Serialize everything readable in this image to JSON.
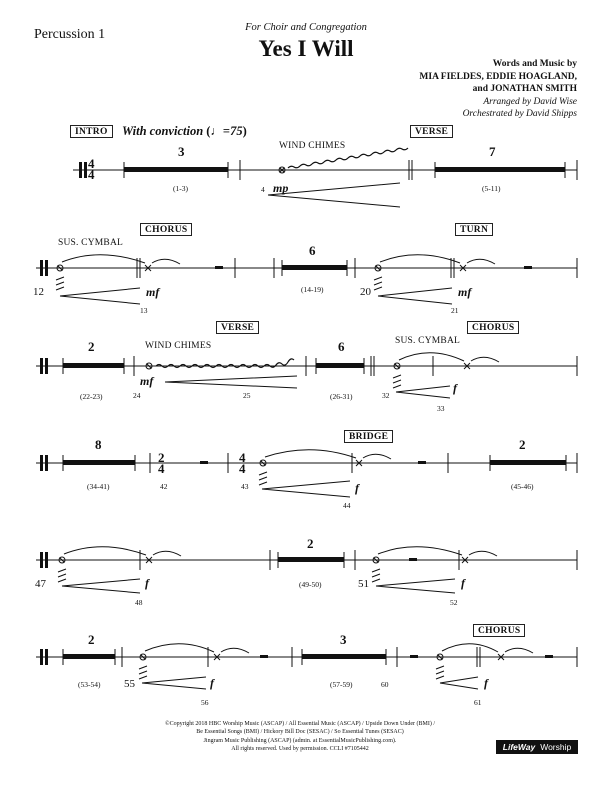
{
  "header": {
    "part": "Percussion 1",
    "subtitle": "For Choir and Congregation",
    "title": "Yes I Will",
    "credits_label": "Words and Music by",
    "composers_line1": "MIA FIELDES, EDDIE HOAGLAND,",
    "composers_line2": "and JONATHAN SMITH",
    "arranger": "Arranged by David Wise",
    "orchestrator": "Orchestrated by David Shipps"
  },
  "tempo": {
    "text": "With conviction",
    "value": "75"
  },
  "time_signature": {
    "num": "4",
    "den": "4"
  },
  "time_signature_2": {
    "num": "2",
    "den": "4"
  },
  "sections": {
    "intro": "INTRO",
    "verse": "VERSE",
    "chorus": "CHORUS",
    "turn": "TURN",
    "verse2": "VERSE",
    "chorus2": "CHORUS",
    "bridge": "BRIDGE",
    "chorus3": "CHORUS"
  },
  "instruments": {
    "wind_chimes": "WIND CHIMES",
    "sus_cymbal": "SUS. CYMBAL",
    "wind_chimes_2": "WIND CHIMES",
    "sus_cymbal_2": "SUS. CYMBAL"
  },
  "rests": [
    {
      "count": "3",
      "range": "(1-3)"
    },
    {
      "count": "7",
      "range": "(5-11)"
    },
    {
      "count": "6",
      "range": "(14-19)"
    },
    {
      "count": "2",
      "range": "(22-23)"
    },
    {
      "count": "6",
      "range": "(26-31)"
    },
    {
      "count": "8",
      "range": "(34-41)"
    },
    {
      "count": "2",
      "range": "(45-46)"
    },
    {
      "count": "2",
      "range": "(49-50)"
    },
    {
      "count": "2",
      "range": "(53-54)"
    },
    {
      "count": "3",
      "range": "(57-59)"
    }
  ],
  "measures": {
    "m4": "4",
    "m12": "12",
    "m13": "13",
    "m20": "20",
    "m21": "21",
    "m24": "24",
    "m25": "25",
    "m32": "32",
    "m33": "33",
    "m42": "42",
    "m43": "43",
    "m44": "44",
    "m47": "47",
    "m48": "48",
    "m51": "51",
    "m52": "52",
    "m55": "55",
    "m56": "56",
    "m60": "60",
    "m61": "61"
  },
  "dynamics": {
    "mp": "mp",
    "mf": "mf",
    "f": "f"
  },
  "copyright": {
    "line1": "©Copyright 2018 HBC Worship Music (ASCAP) / All Essential Music (ASCAP) / Upside Down Under (BMI) /",
    "line2": "Be Essential Songs (BMI) / Hickory Bill Doc (SESAC) / So Essential Tunes (SESAC)",
    "line3": "Jingram Music Publishing (ASCAP) (admin. at EssentialMusicPublishing.com).",
    "line4": "All rights reserved. Used by permission. CCLI #7105442"
  },
  "logo": {
    "brand": "LifeWay",
    "word": "Worship"
  }
}
